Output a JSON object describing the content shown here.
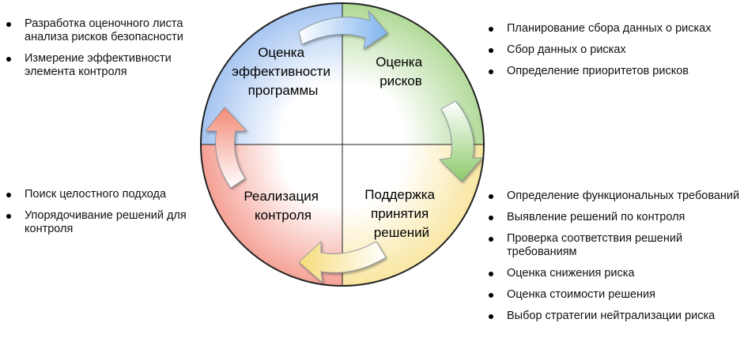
{
  "quadrants": {
    "top_left": {
      "lines": [
        "Оценка",
        "эффективности",
        "программы"
      ]
    },
    "top_right": {
      "lines": [
        "Оценка",
        "рисков"
      ]
    },
    "bottom_left": {
      "lines": [
        "Реализация",
        "контроля"
      ]
    },
    "bottom_right": {
      "lines": [
        "Поддержка",
        "принятия",
        "решений"
      ]
    }
  },
  "lists": {
    "top_left": [
      "Разработка оценочного листа анализа рисков безопасности",
      "Измерение эффективности элемента контроля"
    ],
    "top_right": [
      "Планирование сбора данных о рисках",
      "Сбор данных о рисках",
      "Определение приоритетов рисков"
    ],
    "bottom_left": [
      "Поиск целостного подхода",
      "Упорядочивание решений для контроля"
    ],
    "bottom_right": [
      "Определение функциональных требований",
      "Выявление решений по контроля",
      "Проверка соответствия решений требованиям",
      "Оценка снижения риска",
      "Оценка стоимости решения",
      "Выбор стратегии нейтрализации риска"
    ]
  },
  "colors": {
    "top_left": "#8fb6ee",
    "top_right": "#9ccf7c",
    "bottom_left": "#f2887a",
    "bottom_right": "#f7df86",
    "arrow_blue": "#7fb4ee",
    "arrow_green": "#8dc96a",
    "arrow_yellow": "#f6dc7a",
    "arrow_red": "#f28a76"
  }
}
